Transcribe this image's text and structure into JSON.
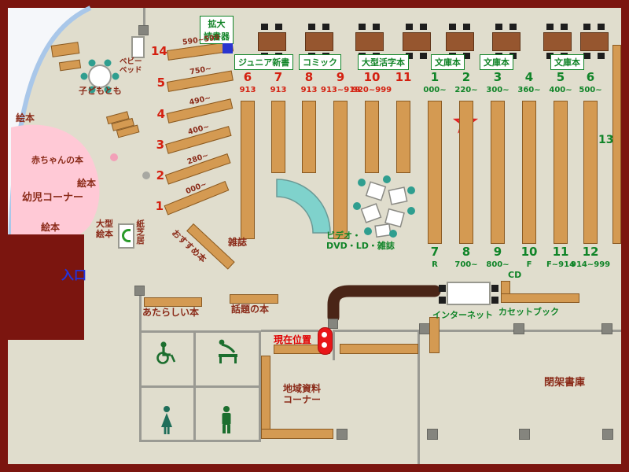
{
  "colors": {
    "wall": "#7b150f",
    "floor": "#e0ddcd",
    "shelf": "#d49a52",
    "accent_green": "#108428",
    "accent_red": "#d42010",
    "dark_red_text": "#8a2a18",
    "entrance_blue": "#2233dd",
    "kids_pink": "#ffc9d6",
    "magazine_cyan": "#7fd2cc",
    "counter_brown": "#4a2517",
    "marker_red": "#e81518"
  },
  "legend": {
    "magnifier_line1": "拡大",
    "magnifier_line2": "読書器"
  },
  "section_boxes": [
    "ジュニア新書",
    "コミック",
    "大型活字本",
    "文庫本",
    "文庫本",
    "文庫本"
  ],
  "red_sections": [
    {
      "num": "6",
      "range": "913"
    },
    {
      "num": "7",
      "range": "913"
    },
    {
      "num": "8",
      "range": "913"
    },
    {
      "num": "9",
      "range": "913~919"
    },
    {
      "num": "10",
      "range": "920~999"
    },
    {
      "num": "11",
      "range": ""
    }
  ],
  "green_sections_top": [
    {
      "num": "1",
      "range": "000~"
    },
    {
      "num": "2",
      "range": "220~"
    },
    {
      "num": "3",
      "range": "300~"
    },
    {
      "num": "4",
      "range": "360~"
    },
    {
      "num": "5",
      "range": "400~"
    },
    {
      "num": "6",
      "range": "500~"
    }
  ],
  "green_sections_bottom": [
    {
      "num": "7",
      "range": "R"
    },
    {
      "num": "8",
      "range": "700~"
    },
    {
      "num": "9",
      "range": "800~"
    },
    {
      "num": "10",
      "range": "F"
    },
    {
      "num": "11",
      "range": "F~914"
    },
    {
      "num": "12",
      "range": "914~999"
    }
  ],
  "section13": "13",
  "fan_shelves": [
    {
      "num": "14",
      "range": "590~599"
    },
    {
      "num": "5",
      "range": "750~"
    },
    {
      "num": "4",
      "range": "490~"
    },
    {
      "num": "3",
      "range": "400~"
    },
    {
      "num": "2",
      "range": "280~"
    },
    {
      "num": "1",
      "range": "000~"
    }
  ],
  "kids": {
    "area": "幼児コーナー",
    "baby_books": "赤ちゃんの本",
    "kodomo": "子どもとも",
    "picture_books": [
      "絵本",
      "絵本",
      "絵本"
    ],
    "big_picture_line1": "大型",
    "big_picture_line2": "絵本",
    "kamishibai": "紙芝居",
    "baby_bed_line1": "ベビー",
    "baby_bed_line2": "ベッド"
  },
  "labels": {
    "entrance": "入口",
    "magazines": "雑誌",
    "video_line1": "ビデオ・",
    "video_line2": "DVD・LD・雑誌",
    "recommended": "おすすめ本",
    "new_books": "あたらしい本",
    "topic_books": "話題の本",
    "current_location": "現在位置",
    "cd": "CD",
    "internet": "インターネット",
    "cassette": "カセットブック",
    "local_line1": "地域資料",
    "local_line2": "コーナー",
    "closed_stacks": "閉架書庫"
  }
}
